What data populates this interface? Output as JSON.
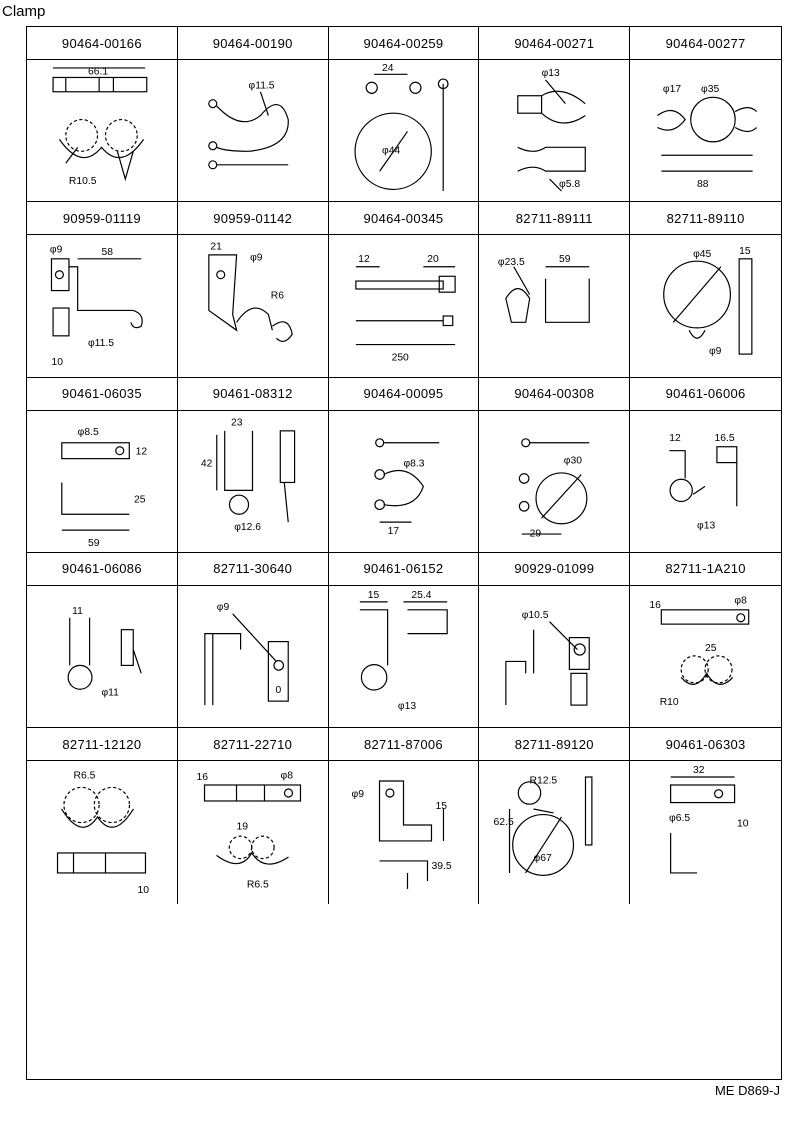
{
  "page": {
    "title": "Clamp",
    "footer_code": "ME D869-J"
  },
  "parts": [
    {
      "number": "90464-00166",
      "dims": [
        "66.1",
        "R10.5"
      ]
    },
    {
      "number": "90464-00190",
      "dims": [
        "φ11.5"
      ]
    },
    {
      "number": "90464-00259",
      "dims": [
        "24",
        "φ44"
      ]
    },
    {
      "number": "90464-00271",
      "dims": [
        "φ13",
        "φ5.8"
      ]
    },
    {
      "number": "90464-00277",
      "dims": [
        "φ17",
        "φ35",
        "88"
      ]
    },
    {
      "number": "90959-01119",
      "dims": [
        "φ9",
        "58",
        "φ11.5",
        "10"
      ]
    },
    {
      "number": "90959-01142",
      "dims": [
        "21",
        "φ9",
        "R6"
      ]
    },
    {
      "number": "90464-00345",
      "dims": [
        "12",
        "20",
        "250"
      ]
    },
    {
      "number": "82711-89111",
      "dims": [
        "φ23.5",
        "59"
      ]
    },
    {
      "number": "82711-89110",
      "dims": [
        "φ45",
        "15",
        "φ9"
      ]
    },
    {
      "number": "90461-06035",
      "dims": [
        "φ8.5",
        "12",
        "25",
        "59"
      ]
    },
    {
      "number": "90461-08312",
      "dims": [
        "23",
        "42",
        "φ12.6"
      ]
    },
    {
      "number": "90464-00095",
      "dims": [
        "φ8.3",
        "17"
      ]
    },
    {
      "number": "90464-00308",
      "dims": [
        "φ30",
        "29"
      ]
    },
    {
      "number": "90461-06006",
      "dims": [
        "12",
        "16.5",
        "φ13"
      ]
    },
    {
      "number": "90461-06086",
      "dims": [
        "11",
        "φ11"
      ]
    },
    {
      "number": "82711-30640",
      "dims": [
        "φ9",
        "0"
      ]
    },
    {
      "number": "90461-06152",
      "dims": [
        "15",
        "25.4",
        "φ13"
      ]
    },
    {
      "number": "90929-01099",
      "dims": [
        "φ10.5"
      ]
    },
    {
      "number": "82711-1A210",
      "dims": [
        "16",
        "φ8",
        "25",
        "R10"
      ]
    },
    {
      "number": "82711-12120",
      "dims": [
        "R6.5",
        "10"
      ]
    },
    {
      "number": "82711-22710",
      "dims": [
        "16",
        "φ8",
        "19",
        "R6.5"
      ]
    },
    {
      "number": "82711-87006",
      "dims": [
        "φ9",
        "15",
        "39.5"
      ]
    },
    {
      "number": "82711-89120",
      "dims": [
        "R12.5",
        "62.5",
        "φ67"
      ]
    },
    {
      "number": "90461-06303",
      "dims": [
        "32",
        "φ6.5",
        "10"
      ]
    }
  ]
}
